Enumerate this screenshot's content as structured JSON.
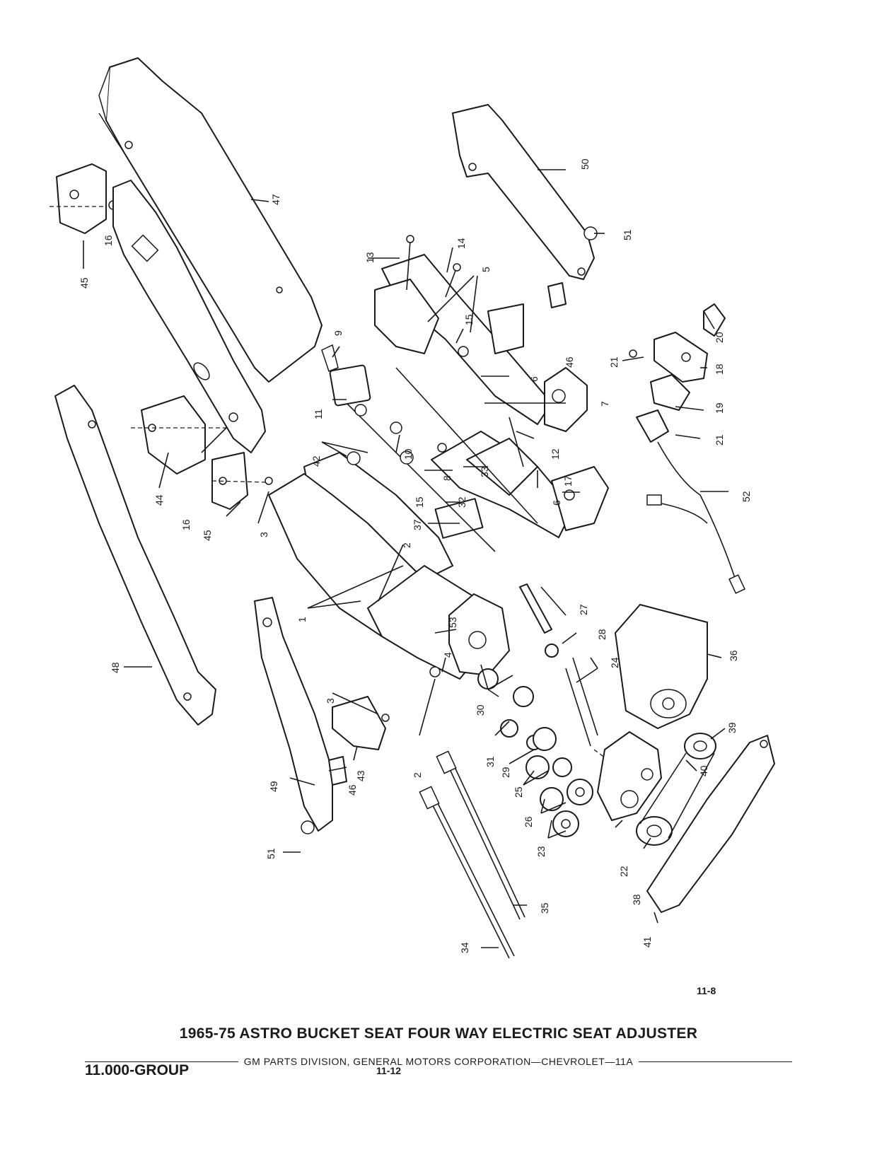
{
  "title": "1965-75 ASTRO BUCKET SEAT FOUR WAY ELECTRIC SEAT ADJUSTER",
  "footer": "GM PARTS DIVISION, GENERAL MOTORS CORPORATION—CHEVROLET—11A",
  "group": "11.000-GROUP",
  "page_number": "11-12",
  "figure_ref": "11-8",
  "callouts": {
    "c1": "1",
    "c2": "2",
    "c3": "3",
    "c4": "4",
    "c5": "5",
    "c6": "6",
    "c7": "7",
    "c8": "8",
    "c9": "9",
    "c10": "10",
    "c11": "11",
    "c12": "12",
    "c13": "13",
    "c14": "14",
    "c15": "15",
    "c16": "16",
    "c17": "17",
    "c18": "18",
    "c19": "19",
    "c20": "20",
    "c21": "21",
    "c22": "22",
    "c23": "23",
    "c24": "24",
    "c25": "25",
    "c26": "26",
    "c27": "27",
    "c28": "28",
    "c29": "29",
    "c30": "30",
    "c31": "31",
    "c32": "32",
    "c33": "33",
    "c34": "34",
    "c35": "35",
    "c36": "36",
    "c37": "37",
    "c38": "38",
    "c39": "39",
    "c40": "40",
    "c41": "41",
    "c42": "42",
    "c43": "43",
    "c44": "44",
    "c45": "45",
    "c46": "46",
    "c47": "47",
    "c48": "48",
    "c49": "49",
    "c50": "50",
    "c51": "51",
    "c52": "52",
    "c53": "53"
  }
}
